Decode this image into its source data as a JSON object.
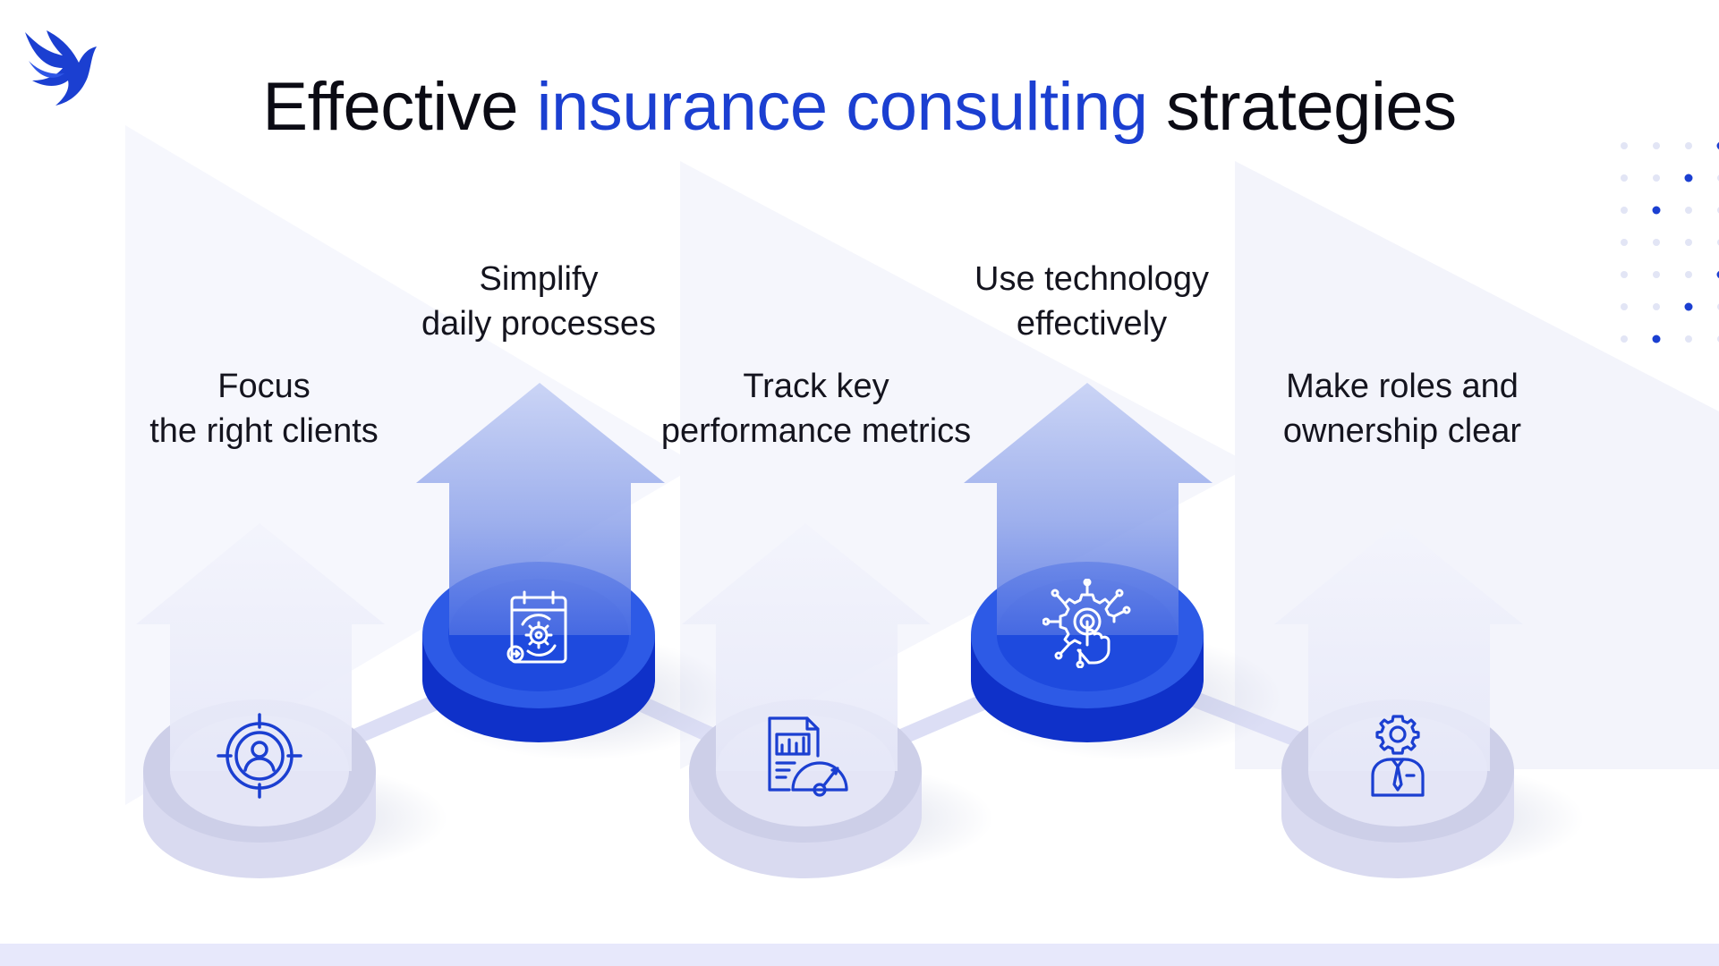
{
  "title": {
    "part1": "Effective ",
    "part2": "insurance consulting",
    "part3": " strategies"
  },
  "colors": {
    "accent": "#1b3fd1",
    "text": "#0b0b14",
    "disc_active": "#1f4ae0",
    "disc_inactive": "#cfd0ea",
    "footer": "#e7e8fb"
  },
  "steps": [
    {
      "line1": "Focus",
      "line2": "the right clients",
      "icon": "target-user-icon",
      "active": false
    },
    {
      "line1": "Simplify",
      "line2": "daily processes",
      "icon": "calendar-gear-icon",
      "active": true
    },
    {
      "line1": "Track key",
      "line2": "performance metrics",
      "icon": "report-gauge-icon",
      "active": false
    },
    {
      "line1": "Use technology",
      "line2": "effectively",
      "icon": "touch-gear-icon",
      "active": true
    },
    {
      "line1": "Make roles and",
      "line2": "ownership clear",
      "icon": "gear-person-icon",
      "active": false
    }
  ]
}
